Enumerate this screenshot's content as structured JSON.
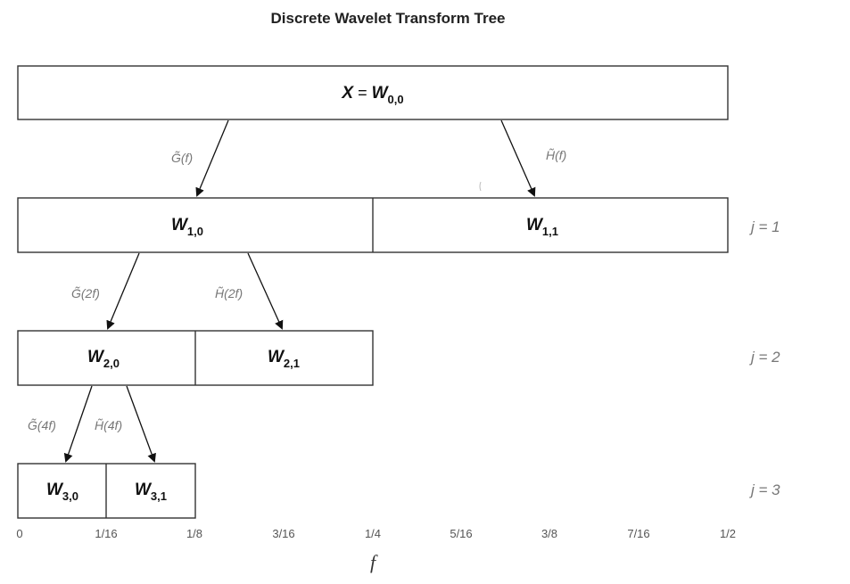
{
  "title": "Discrete Wavelet Transform Tree",
  "root": {
    "lhs": "X",
    "eq": " = ",
    "main": "W",
    "sub": "0,0"
  },
  "levels": [
    {
      "label": "j = 1",
      "nodes": [
        {
          "main": "W",
          "sub": "1,0"
        },
        {
          "main": "W",
          "sub": "1,1"
        }
      ]
    },
    {
      "label": "j = 2",
      "nodes": [
        {
          "main": "W",
          "sub": "2,0"
        },
        {
          "main": "W",
          "sub": "2,1"
        }
      ]
    },
    {
      "label": "j = 3",
      "nodes": [
        {
          "main": "W",
          "sub": "3,0"
        },
        {
          "main": "W",
          "sub": "3,1"
        }
      ]
    }
  ],
  "edges": [
    {
      "label": "G̃(f)",
      "from": "W0,0",
      "to": "W1,0"
    },
    {
      "label": "H̃(f)",
      "from": "W0,0",
      "to": "W1,1"
    },
    {
      "label": "G̃(2f)",
      "from": "W1,0",
      "to": "W2,0"
    },
    {
      "label": "H̃(2f)",
      "from": "W1,0",
      "to": "W2,1"
    },
    {
      "label": "G̃(4f)",
      "from": "W2,0",
      "to": "W3,0"
    },
    {
      "label": "H̃(4f)",
      "from": "W2,0",
      "to": "W3,1"
    }
  ],
  "axis": {
    "ticks": [
      "0",
      "1/16",
      "1/8",
      "3/16",
      "1/4",
      "5/16",
      "3/8",
      "7/16",
      "1/2"
    ],
    "label": "f"
  }
}
